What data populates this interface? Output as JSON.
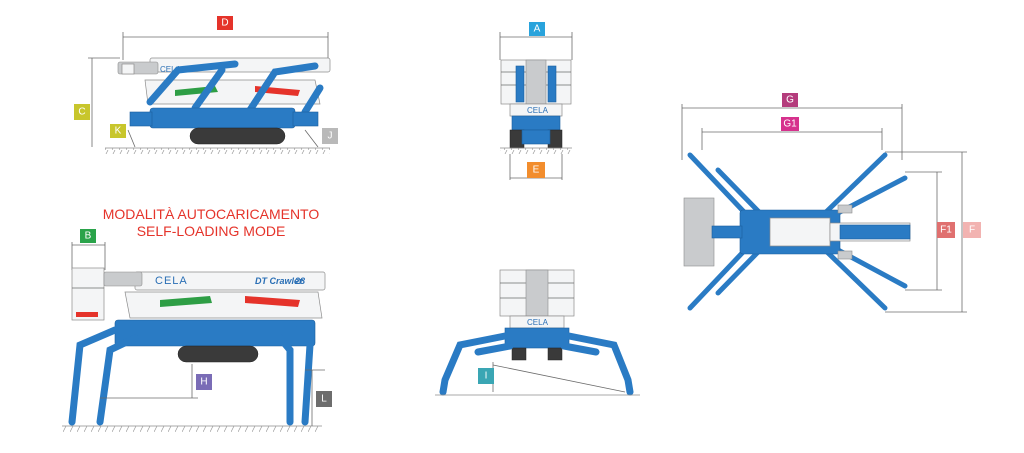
{
  "mode_title": {
    "line1": "MODALITÀ AUTOCARICAMENTO",
    "line2": "SELF-LOADING MODE"
  },
  "brand": "CELA",
  "model_name": "DT Crawler",
  "model_number": "28",
  "dimension_tags": [
    {
      "letter": "D",
      "color": "#e5332a"
    },
    {
      "letter": "A",
      "color": "#29a3dc"
    },
    {
      "letter": "C",
      "color": "#c8c62c"
    },
    {
      "letter": "K",
      "color": "#c8c62c"
    },
    {
      "letter": "J",
      "color": "#b9b9b9"
    },
    {
      "letter": "E",
      "color": "#f28d2d"
    },
    {
      "letter": "G",
      "color": "#b43c7c"
    },
    {
      "letter": "G1",
      "color": "#d6318d"
    },
    {
      "letter": "F1",
      "color": "#e0706f"
    },
    {
      "letter": "F",
      "color": "#f2b3b1"
    },
    {
      "letter": "B",
      "color": "#2aa34a"
    },
    {
      "letter": "H",
      "color": "#7a6cb6"
    },
    {
      "letter": "I",
      "color": "#3aa6b4"
    },
    {
      "letter": "L",
      "color": "#6d6d6d"
    }
  ]
}
